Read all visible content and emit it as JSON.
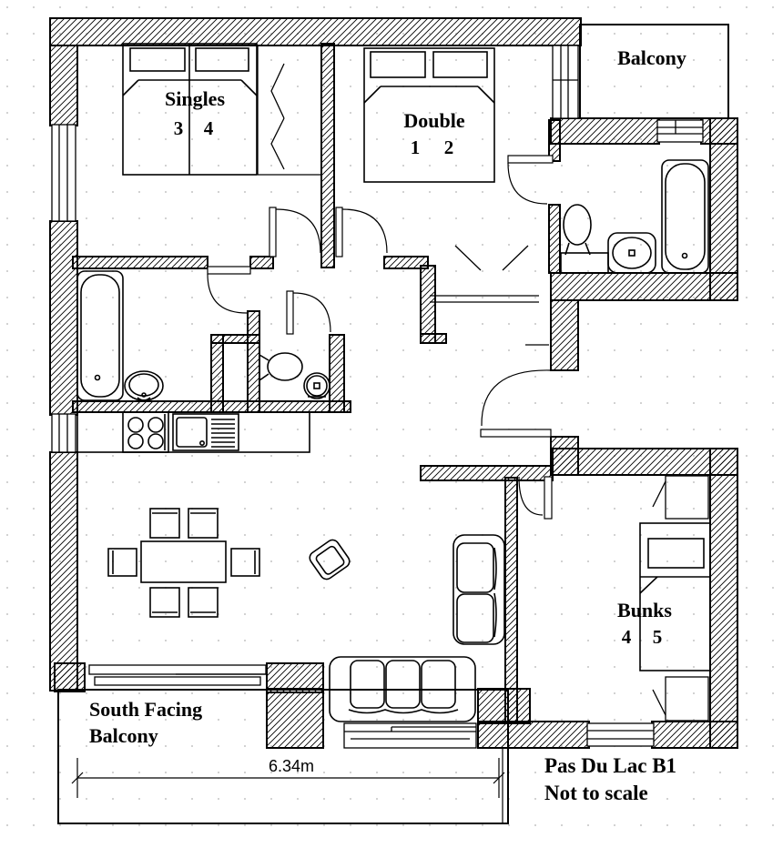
{
  "plan": {
    "rooms": {
      "singles": {
        "label": "Singles",
        "bed_left_num": "3",
        "bed_right_num": "4"
      },
      "double": {
        "label": "Double",
        "bed_left_num": "1",
        "bed_right_num": "2"
      },
      "bunks": {
        "label": "Bunks",
        "bed_left_num": "4",
        "bed_right_num": "5"
      },
      "balcony": {
        "label": "Balcony"
      },
      "south_balcony": {
        "label_line1": "South Facing",
        "label_line2": "Balcony"
      }
    },
    "dimension": {
      "width": "6.34m"
    },
    "footer": {
      "title": "Pas Du Lac B1",
      "scale_note": "Not to scale"
    },
    "colors": {
      "line": "#000000",
      "background": "#ffffff",
      "grid_dot": "#c4c4c4"
    }
  }
}
